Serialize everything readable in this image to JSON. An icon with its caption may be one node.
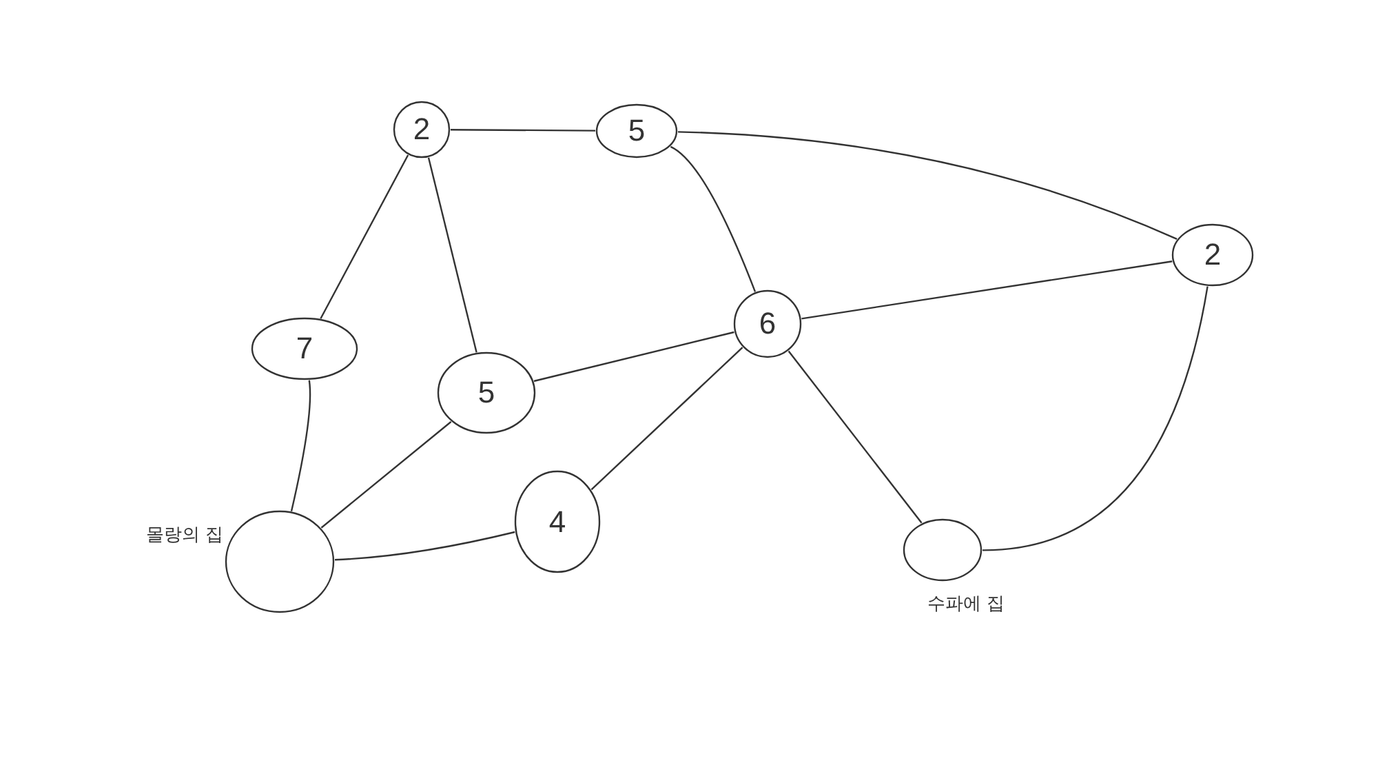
{
  "diagram": {
    "nodes": [
      {
        "text": [
          "2"
        ]
      },
      {
        "text": [
          "5"
        ]
      },
      {
        "text": [
          "2"
        ]
      },
      {
        "text": [
          "7"
        ]
      },
      {
        "text": [
          "5"
        ]
      },
      {
        "text": [
          "6"
        ]
      },
      {
        "text": [
          "4"
        ]
      },
      {
        "text": [],
        "shape": "circle",
        "beside": [
          "몰랑의 집"
        ]
      },
      {
        "text": [],
        "shape": "circle",
        "beside": [
          "수파에 집"
        ]
      }
    ],
    "edges": [
      {
        "from": 0,
        "to": 1,
        "arrow": "none"
      },
      {
        "from": 1,
        "to": 2,
        "arrow": "none"
      },
      {
        "from": 0,
        "to": 3,
        "arrow": "none"
      },
      {
        "from": 0,
        "to": 4,
        "arrow": "none"
      },
      {
        "from": 1,
        "to": 5,
        "arrow": "none"
      },
      {
        "from": 5,
        "to": 2,
        "arrow": "none"
      },
      {
        "from": 4,
        "to": 5,
        "arrow": "none"
      },
      {
        "from": 5,
        "to": 6,
        "arrow": "none"
      },
      {
        "from": 5,
        "to": 8,
        "arrow": "none"
      },
      {
        "from": 2,
        "to": 8,
        "arrow": "none"
      },
      {
        "from": 3,
        "to": 7,
        "arrow": "none"
      },
      {
        "from": 4,
        "to": 7,
        "arrow": "none"
      },
      {
        "from": 6,
        "to": 7,
        "arrow": "none"
      }
    ]
  }
}
